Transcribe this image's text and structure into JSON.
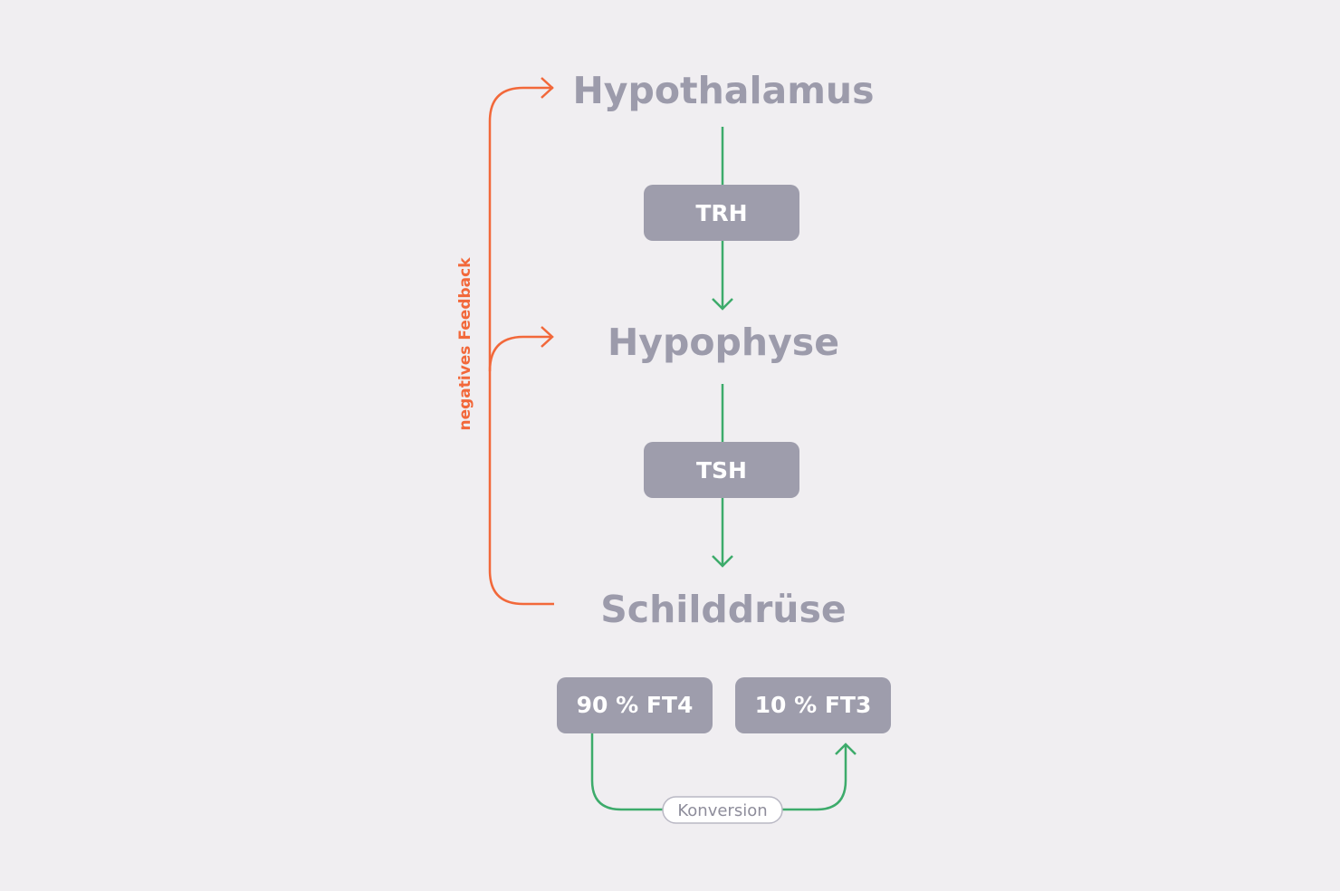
{
  "organs": {
    "hypothalamus": "Hypothalamus",
    "hypophyse": "Hypophyse",
    "schilddruese": "Schilddrüse"
  },
  "hormones": {
    "trh": "TRH",
    "tsh": "TSH"
  },
  "outputs": {
    "ft4": "90 % FT4",
    "ft3": "10 % FT3"
  },
  "feedback_label": "negatives Feedback",
  "conversion_label": "Konversion",
  "colors": {
    "background": "#f0eef1",
    "organ_text": "#9c9bab",
    "box_fill": "#9e9dac",
    "box_text": "#ffffff",
    "stimulation_arrow": "#3dab6b",
    "feedback_arrow": "#f2683a"
  }
}
